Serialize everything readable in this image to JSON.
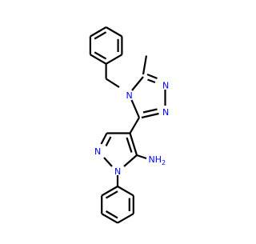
{
  "molecule": {
    "atom_labels": {
      "triazole_n1": "N",
      "triazole_n2": "N",
      "triazole_n4": "N",
      "pyrazole_n1": "N",
      "pyrazole_n2": "N",
      "amine": "NH",
      "amine_subscript": "2"
    },
    "colors": {
      "bond": "#000000",
      "nitrogen": "#0000ff",
      "background": "#ffffff"
    }
  }
}
